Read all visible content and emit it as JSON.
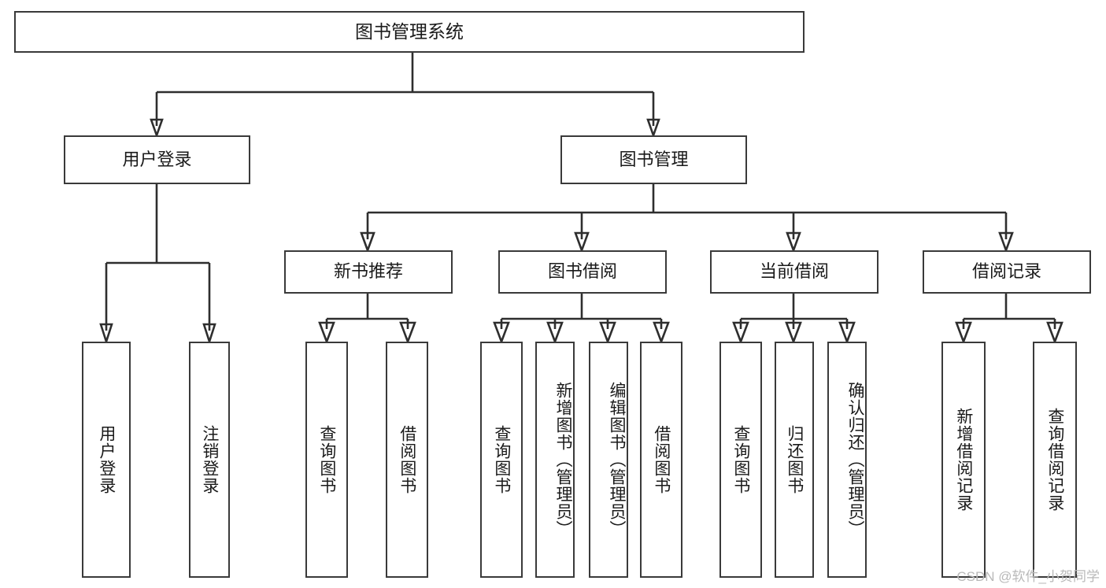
{
  "diagram": {
    "title": "图书管理系统",
    "watermark": "CSDN @软件_小贺同学",
    "accent_color": "#3a3a3a",
    "background_color": "#ffffff",
    "type": "tree",
    "root": {
      "label": "图书管理系统"
    },
    "level2": [
      {
        "label": "用户登录"
      },
      {
        "label": "图书管理"
      }
    ],
    "level3": [
      {
        "label": "新书推荐"
      },
      {
        "label": "图书借阅"
      },
      {
        "label": "当前借阅"
      },
      {
        "label": "借阅记录"
      }
    ],
    "leaves": {
      "user_login": [
        {
          "label": "用户登录"
        },
        {
          "label": "注销登录"
        }
      ],
      "new_book": [
        {
          "label": "查询图书"
        },
        {
          "label": "借阅图书"
        }
      ],
      "book_borrow": [
        {
          "label": "查询图书"
        },
        {
          "label": "新增图书（管理员）"
        },
        {
          "label": "编辑图书（管理员）"
        },
        {
          "label": "借阅图书"
        }
      ],
      "current_borrow": [
        {
          "label": "查询图书"
        },
        {
          "label": "归还图书"
        },
        {
          "label": "确认归还（管理员）"
        }
      ],
      "borrow_record": [
        {
          "label": "新增借阅记录"
        },
        {
          "label": "查询借阅记录"
        }
      ]
    }
  }
}
